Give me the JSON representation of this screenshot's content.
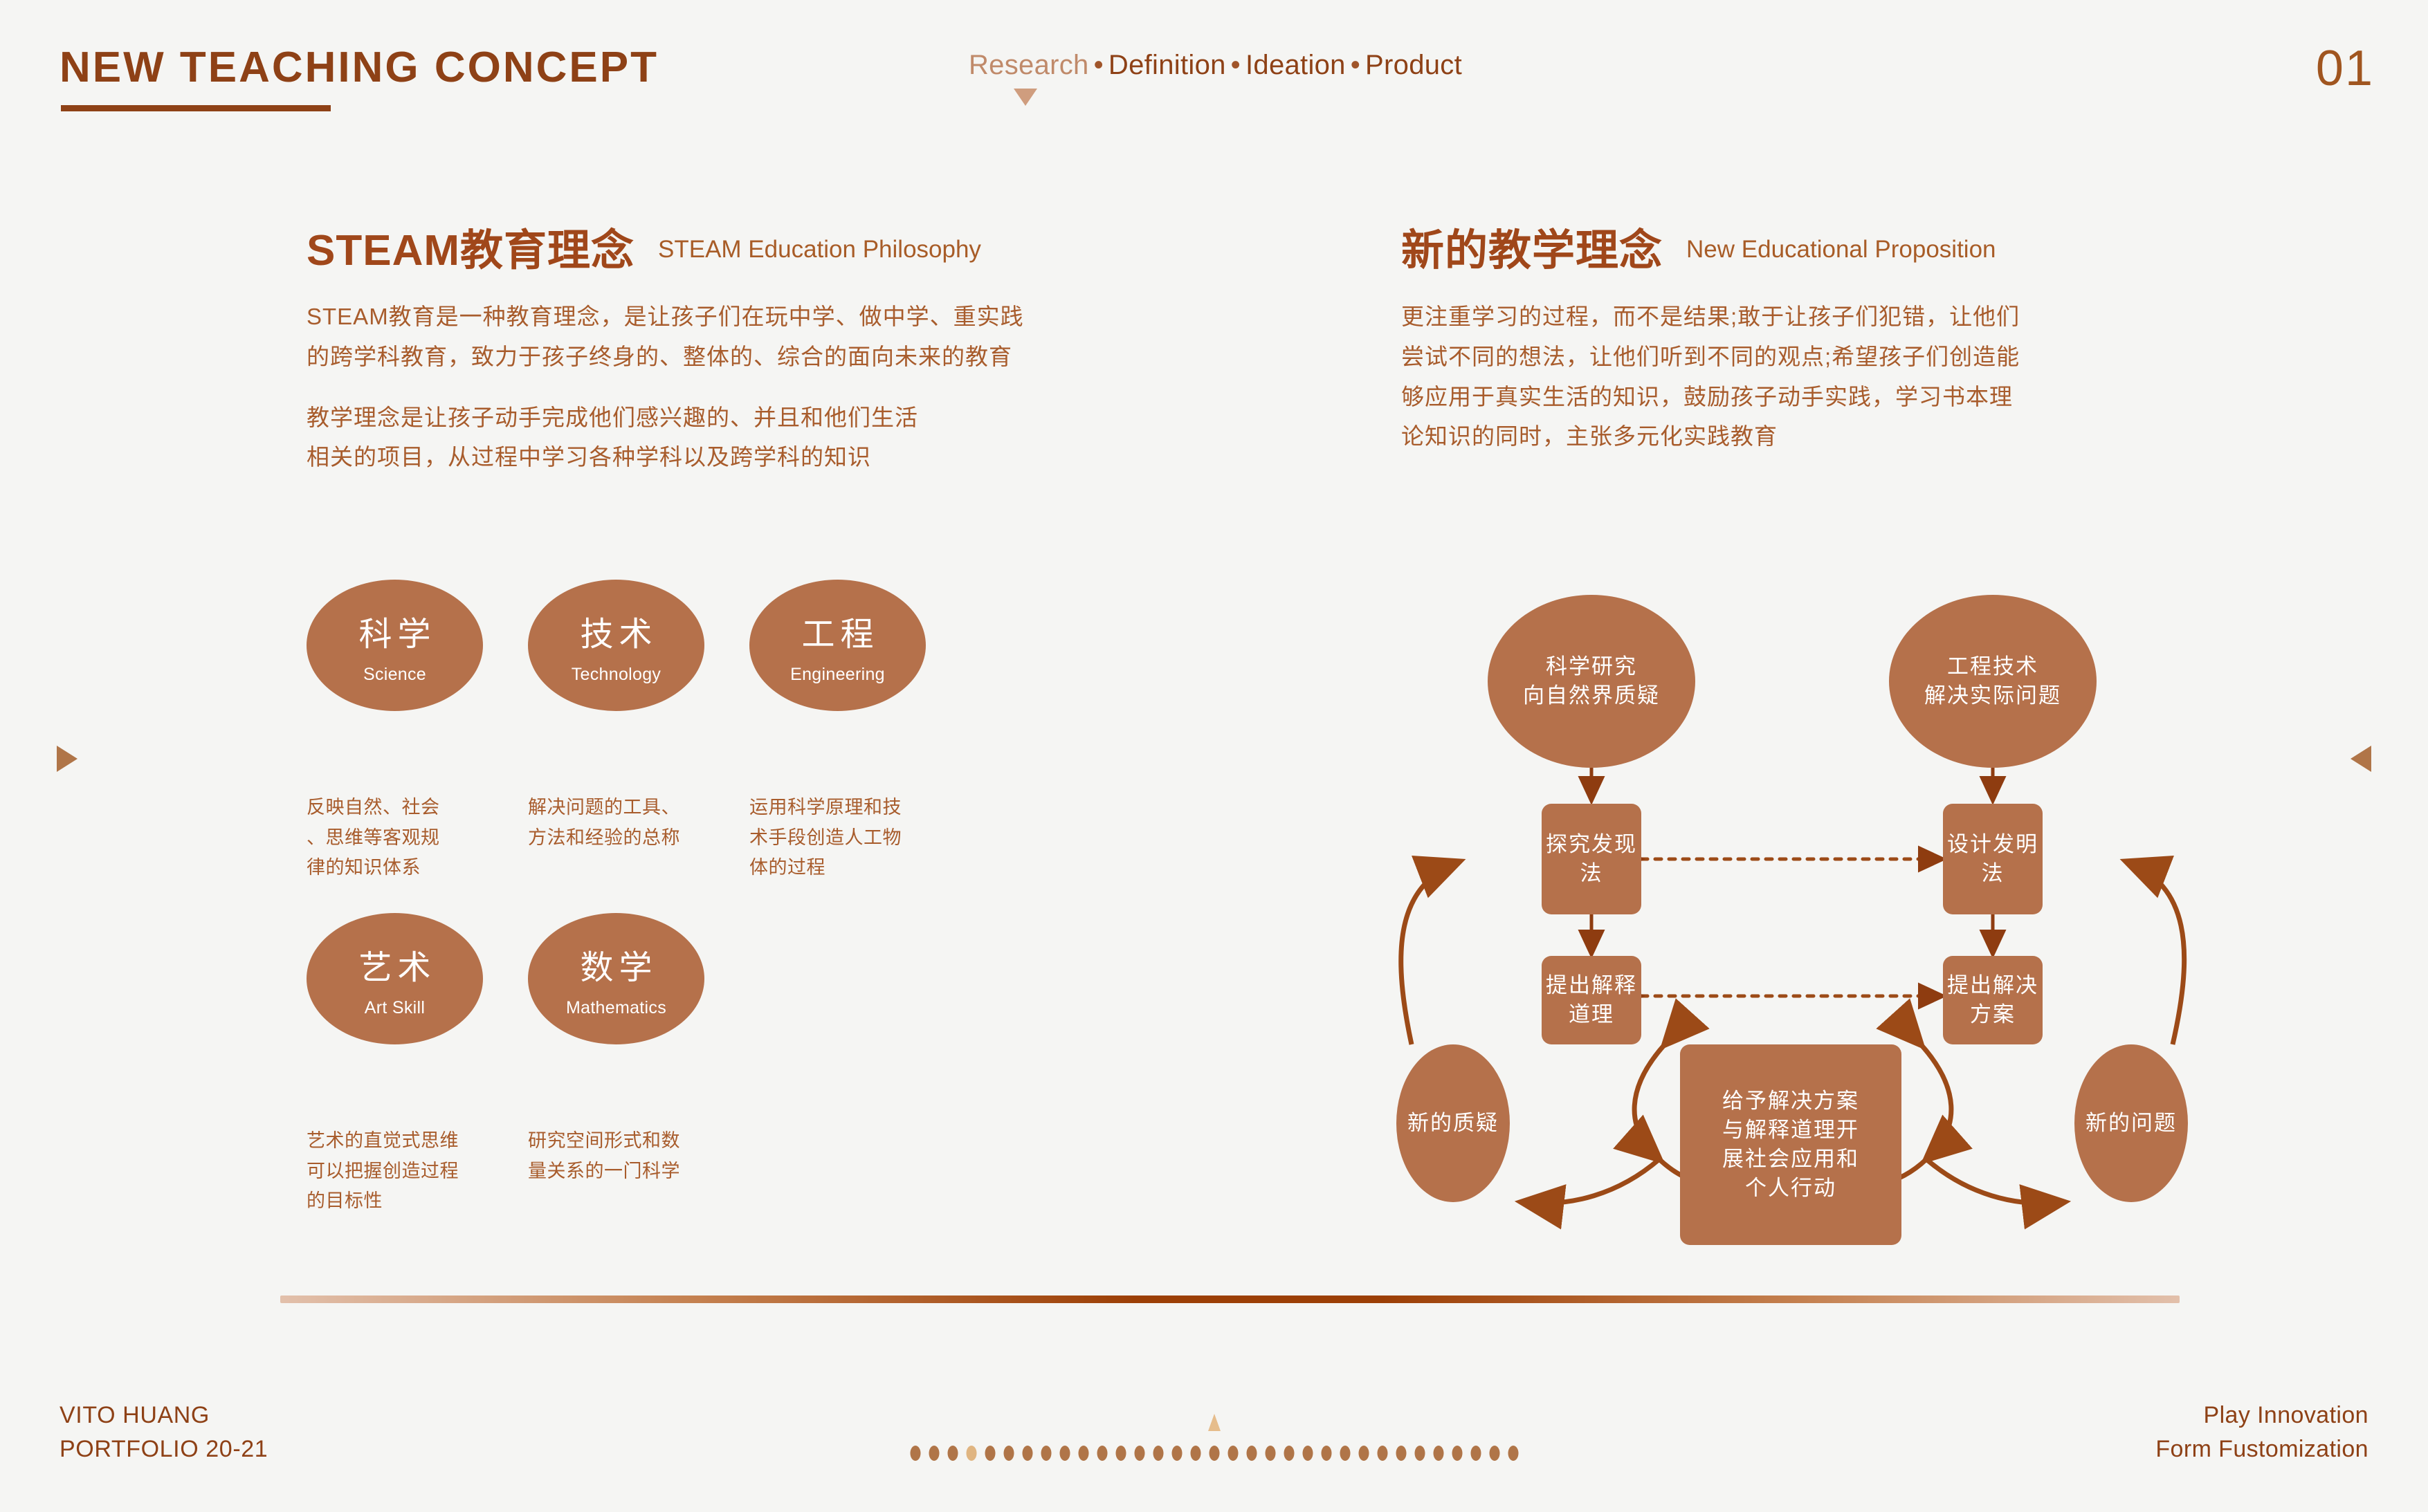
{
  "header": {
    "title": "NEW TEACHING CONCEPT",
    "nav": [
      {
        "label": "Research",
        "active": true
      },
      {
        "label": "Definition",
        "active": false
      },
      {
        "label": "Ideation",
        "active": false
      },
      {
        "label": "Product",
        "active": false
      }
    ],
    "nav_separator": "•",
    "page_number": "01"
  },
  "colors": {
    "background": "#f5f5f3",
    "accent_dark": "#8e4116",
    "accent": "#a0471a",
    "fill": "#b5714b",
    "muted": "#a85c2c",
    "highlight": "#e0b581"
  },
  "left_column": {
    "heading_cn": "STEAM教育理念",
    "heading_en": "STEAM Education\nPhilosophy",
    "paragraph_1": "STEAM教育是一种教育理念，是让孩子们在玩中学、做中学、重实践\n的跨学科教育，致力于孩子终身的、整体的、综合的面向未来的教育",
    "paragraph_2": "教学理念是让孩子动手完成他们感兴趣的、并且和他们生活\n相关的项目，从过程中学习各种学科以及跨学科的知识"
  },
  "right_column": {
    "heading_cn": "新的教学理念",
    "heading_en": "New Educational\nProposition",
    "paragraph_1": "更注重学习的过程，而不是结果;敢于让孩子们犯错，让他们\n尝试不同的想法，让他们听到不同的观点;希望孩子们创造能\n够应用于真实生活的知识，鼓励孩子动手实践，学习书本理\n论知识的同时，主张多元化实践教育"
  },
  "steam": [
    {
      "cn": "科学",
      "en": "Science",
      "caption": "反映自然、社会\n、思维等客观规\n律的知识体系"
    },
    {
      "cn": "技术",
      "en": "Technology",
      "caption": "解决问题的工具、\n方法和经验的总称"
    },
    {
      "cn": "工程",
      "en": "Engineering",
      "caption": "运用科学原理和技\n术手段创造人工物\n体的过程"
    },
    {
      "cn": "艺术",
      "en": "Art Skill",
      "caption": "艺术的直觉式思维\n可以把握创造过程\n的目标性"
    },
    {
      "cn": "数学",
      "en": "Mathematics",
      "caption": "研究空间形式和数\n量关系的一门科学"
    }
  ],
  "flowchart": {
    "nodes": [
      {
        "id": "sci-research",
        "shape": "ellipse",
        "label": "科学研究\n向自然界质疑"
      },
      {
        "id": "eng-tech",
        "shape": "ellipse",
        "label": "工程技术\n解决实际问题"
      },
      {
        "id": "inquiry",
        "shape": "box",
        "label": "探究发现法"
      },
      {
        "id": "design",
        "shape": "box",
        "label": "设计发明法"
      },
      {
        "id": "explain",
        "shape": "box",
        "label": "提出解释\n道理"
      },
      {
        "id": "solution",
        "shape": "box",
        "label": "提出解决\n方案"
      },
      {
        "id": "new-doubt",
        "shape": "ellipse",
        "label": "新的质疑"
      },
      {
        "id": "new-problem",
        "shape": "ellipse",
        "label": "新的问题"
      },
      {
        "id": "apply",
        "shape": "box",
        "label": "给予解决方案\n与解释道理开\n展社会应用和\n个人行动"
      }
    ]
  },
  "footer": {
    "left": "VITO HUANG\nPORTFOLIO 20-21",
    "right": "Play Innovation\nForm Fustomization",
    "dot_count": 33,
    "active_dot_index": 3
  }
}
